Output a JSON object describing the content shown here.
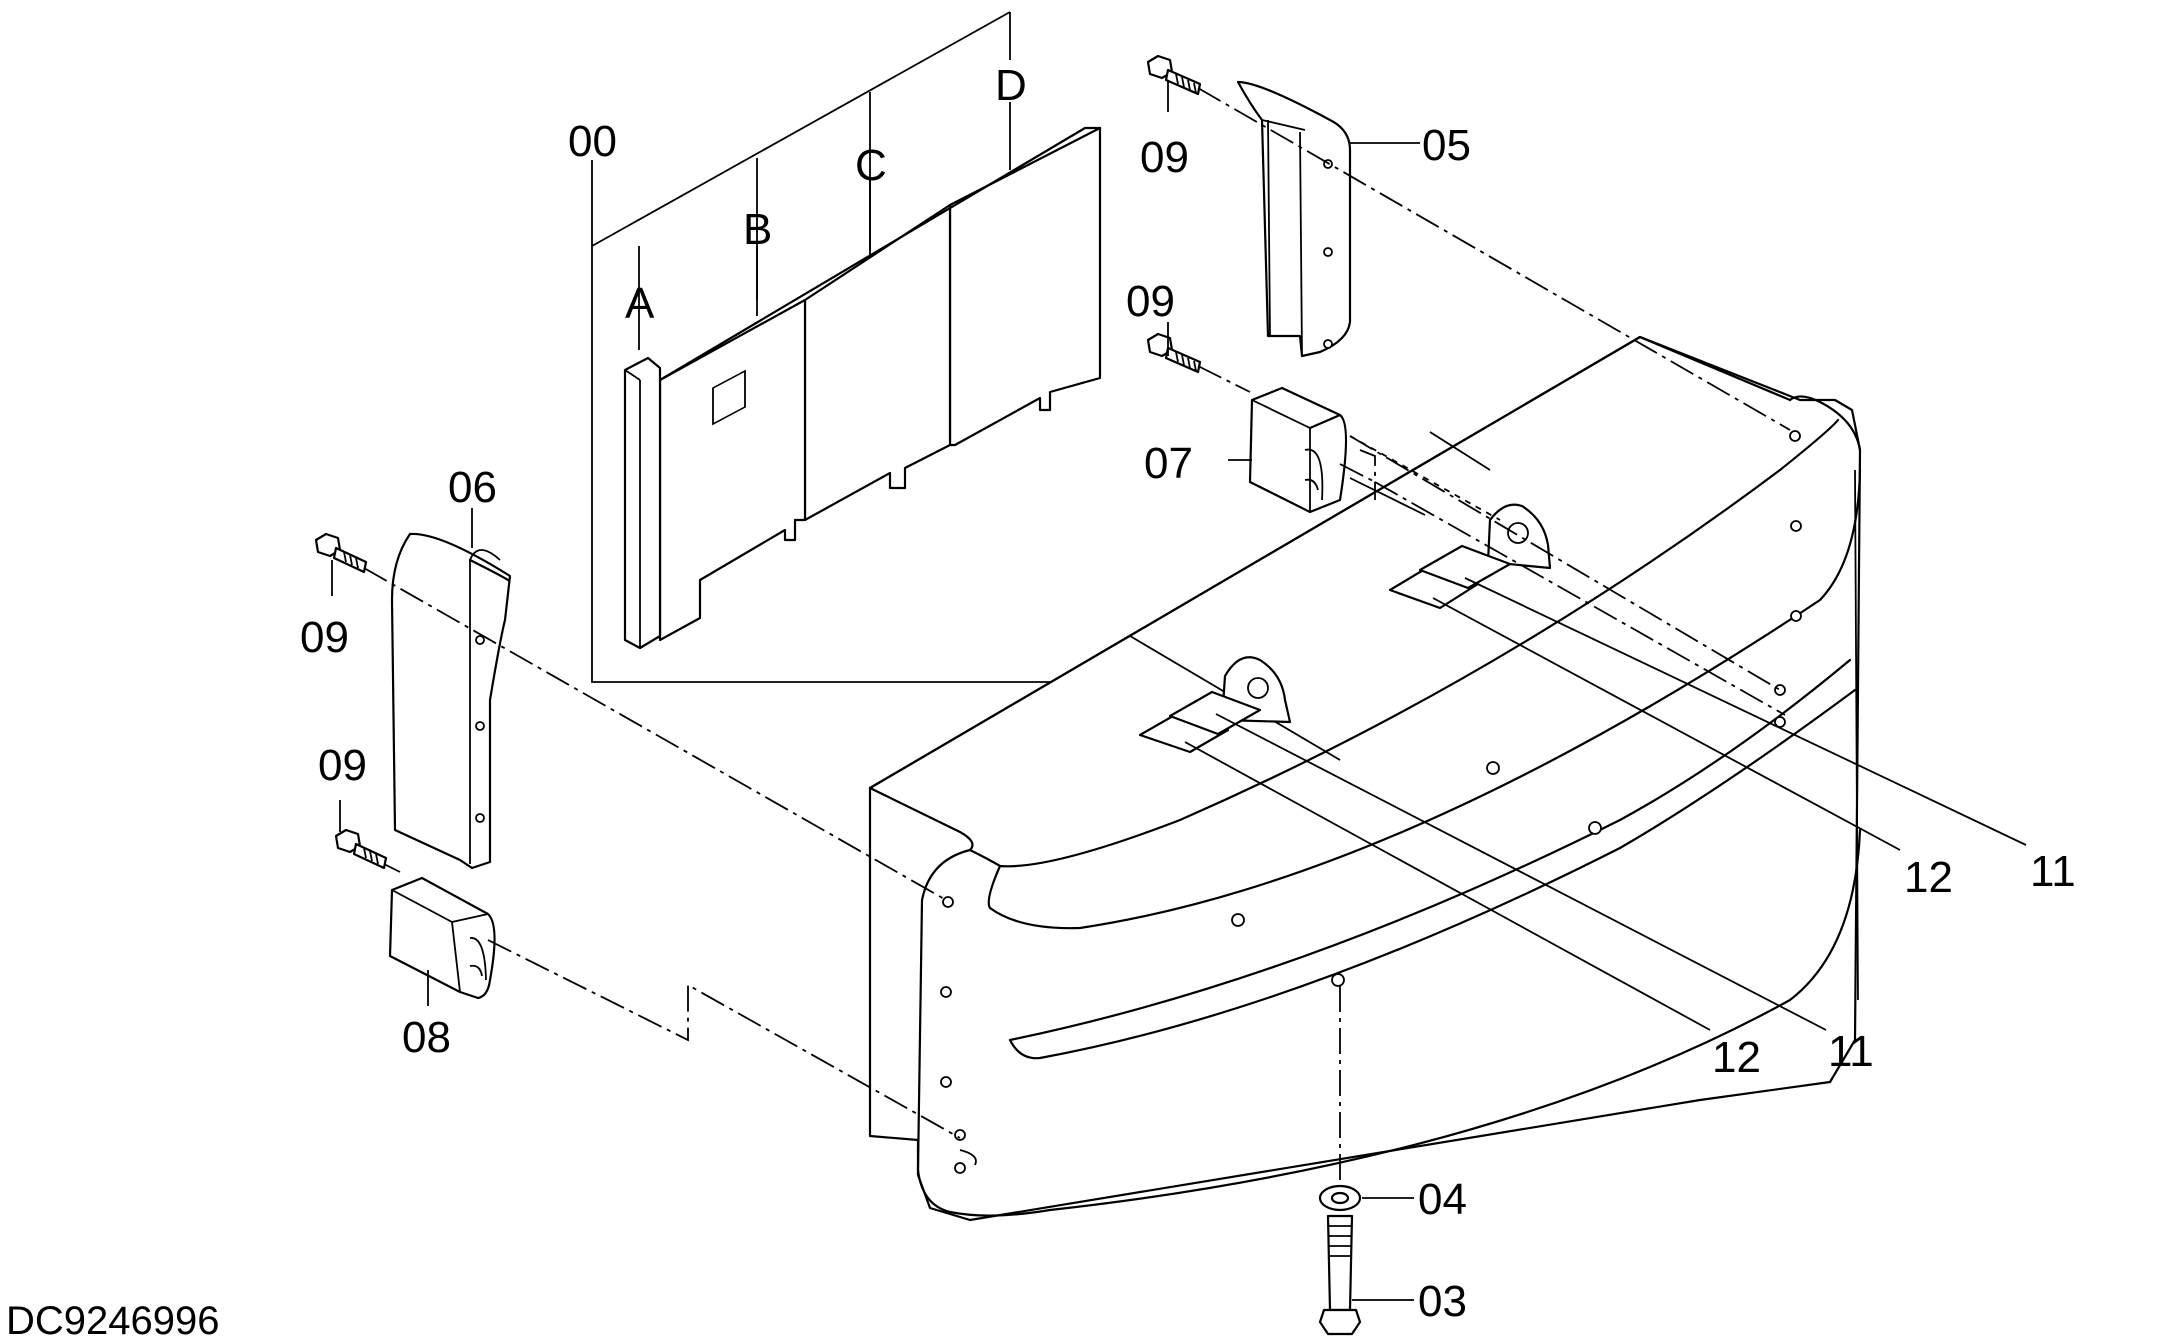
{
  "diagram": {
    "drawing_code": "DC9246996",
    "labels": {
      "p00": "00",
      "pA": "A",
      "pB": "B",
      "pC": "C",
      "pD": "D",
      "p03": "03",
      "p04": "04",
      "p05": "05",
      "p06": "06",
      "p07": "07",
      "p08": "08",
      "p09a": "09",
      "p09b": "09",
      "p09c": "09",
      "p09d": "09",
      "p11a": "11",
      "p11b": "11",
      "p12a": "12",
      "p12b": "12"
    }
  }
}
